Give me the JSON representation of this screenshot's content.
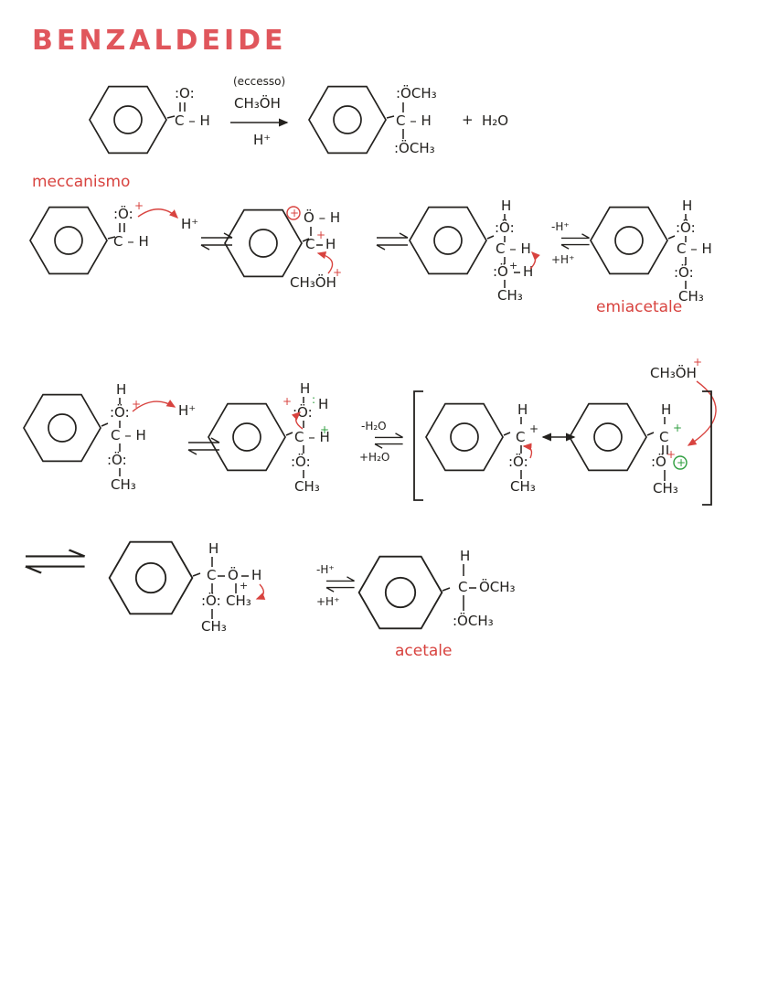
{
  "page": {
    "title": "BENZALDEIDE",
    "mechanism_label": "meccanismo",
    "hemiacetal_label": "emiacetale",
    "acetal_label": "acetale"
  },
  "frag": {
    "c": "C",
    "h": "H",
    "ch": "C – H",
    "h_plus": "H⁺",
    "plus": "+",
    "o_carbonyl": ":O:",
    "o_lp": ":Ö:",
    "o_bare": ":Ö",
    "o_uml": "Ö",
    "oh_h": "Ö – H",
    "och3": ":ÖCH₃",
    "och3_plain": "ÖCH₃",
    "ch3": "CH₃",
    "methanol": "CH₃ÖH",
    "water": "H₂O",
    "eccesso": "(eccesso)",
    "minus_h": "-H⁺",
    "plus_h": "+H⁺",
    "minus_h2o": "-H₂O",
    "plus_h2o": "+H₂O",
    "lp": ":"
  },
  "colors": {
    "ink": "#23211e",
    "red": "#d8433f",
    "green": "#2f9e3f",
    "title": "#e0565c"
  }
}
